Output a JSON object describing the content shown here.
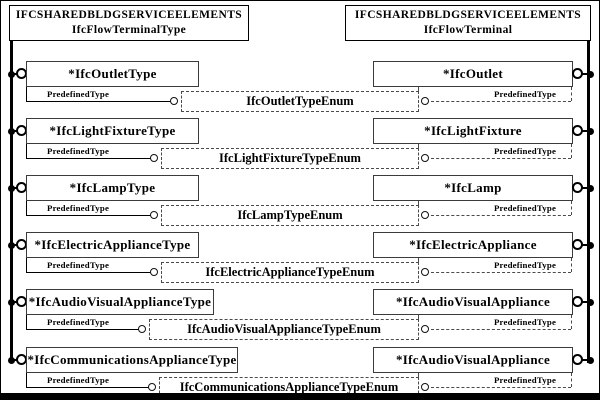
{
  "headers": {
    "left": {
      "line1": "IFCSHAREDBLDGSERVICEELEMENTS",
      "line2": "IfcFlowTerminalType"
    },
    "right": {
      "line1": "IFCSHAREDBLDGSERVICEELEMENTS",
      "line2": "IfcFlowTerminal"
    }
  },
  "attribute_label": "PredefinedType",
  "rows": [
    {
      "left": "*IfcOutletType",
      "enum": "IfcOutletTypeEnum",
      "right": "*IfcOutlet"
    },
    {
      "left": "*IfcLightFixtureType",
      "enum": "IfcLightFixtureTypeEnum",
      "right": "*IfcLightFixture"
    },
    {
      "left": "*IfcLampType",
      "enum": "IfcLampTypeEnum",
      "right": "*IfcLamp"
    },
    {
      "left": "*IfcElectricApplianceType",
      "enum": "IfcElectricApplianceTypeEnum",
      "right": "*IfcElectricAppliance"
    },
    {
      "left": "*IfcAudioVisualApplianceType",
      "enum": "IfcAudioVisualApplianceTypeEnum",
      "right": "*IfcAudioVisualAppliance"
    },
    {
      "left": "*IfcCommunicationsApplianceType",
      "enum": "IfcCommunicationsApplianceTypeEnum",
      "right": "*IfcAudioVisualAppliance"
    }
  ],
  "colors": {
    "background": "#ffffff",
    "line": "#000000",
    "box_border": "#3b3b3b",
    "dash_border": "#4a4a4a"
  }
}
